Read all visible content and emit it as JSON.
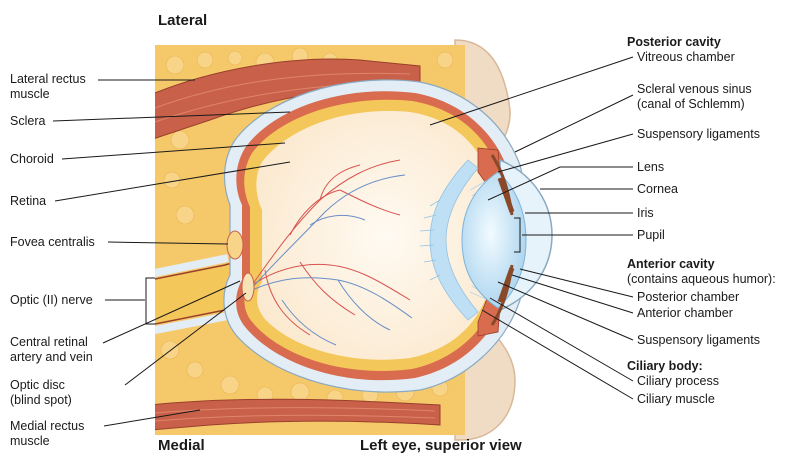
{
  "orientation": {
    "top": "Lateral",
    "bottom": "Medial",
    "caption": "Left eye, superior view"
  },
  "left_labels": {
    "lateral_rectus_1": "Lateral rectus",
    "lateral_rectus_2": "muscle",
    "sclera": "Sclera",
    "choroid": "Choroid",
    "retina": "Retina",
    "fovea": "Fovea centralis",
    "optic_nerve": "Optic (II) nerve",
    "central_retinal_1": "Central retinal",
    "central_retinal_2": "artery and vein",
    "optic_disc_1": "Optic disc",
    "optic_disc_2": "(blind spot)",
    "medial_rectus_1": "Medial rectus",
    "medial_rectus_2": "muscle"
  },
  "right_labels": {
    "posterior_cavity": "Posterior cavity",
    "vitreous": "Vitreous chamber",
    "scleral_sinus_1": "Scleral venous sinus",
    "scleral_sinus_2": "(canal of Schlemm)",
    "suspensory_top": "Suspensory ligaments",
    "lens": "Lens",
    "cornea": "Cornea",
    "iris": "Iris",
    "pupil": "Pupil",
    "anterior_cavity": "Anterior cavity",
    "aqueous": "(contains aqueous humor):",
    "posterior_chamber": "Posterior chamber",
    "anterior_chamber": "Anterior chamber",
    "suspensory_bottom": "Suspensory ligaments",
    "ciliary_body": "Ciliary body:",
    "ciliary_process": "Ciliary process",
    "ciliary_muscle": "Ciliary muscle"
  },
  "colors": {
    "fat": "#f5c96a",
    "muscle": "#c9614a",
    "sclera": "#e3edf5",
    "choroid": "#d96b4f",
    "retina": "#f3c75a",
    "vitreous": "#fdf2e2",
    "lens": "#cfe8f7",
    "cornea": "#e6f3fb",
    "iris": "#8a4a2a",
    "vessel_red": "#d9534f",
    "vessel_blue": "#6a8fc7",
    "skin": "#f0dcc4",
    "leader": "#1a1a1a"
  }
}
